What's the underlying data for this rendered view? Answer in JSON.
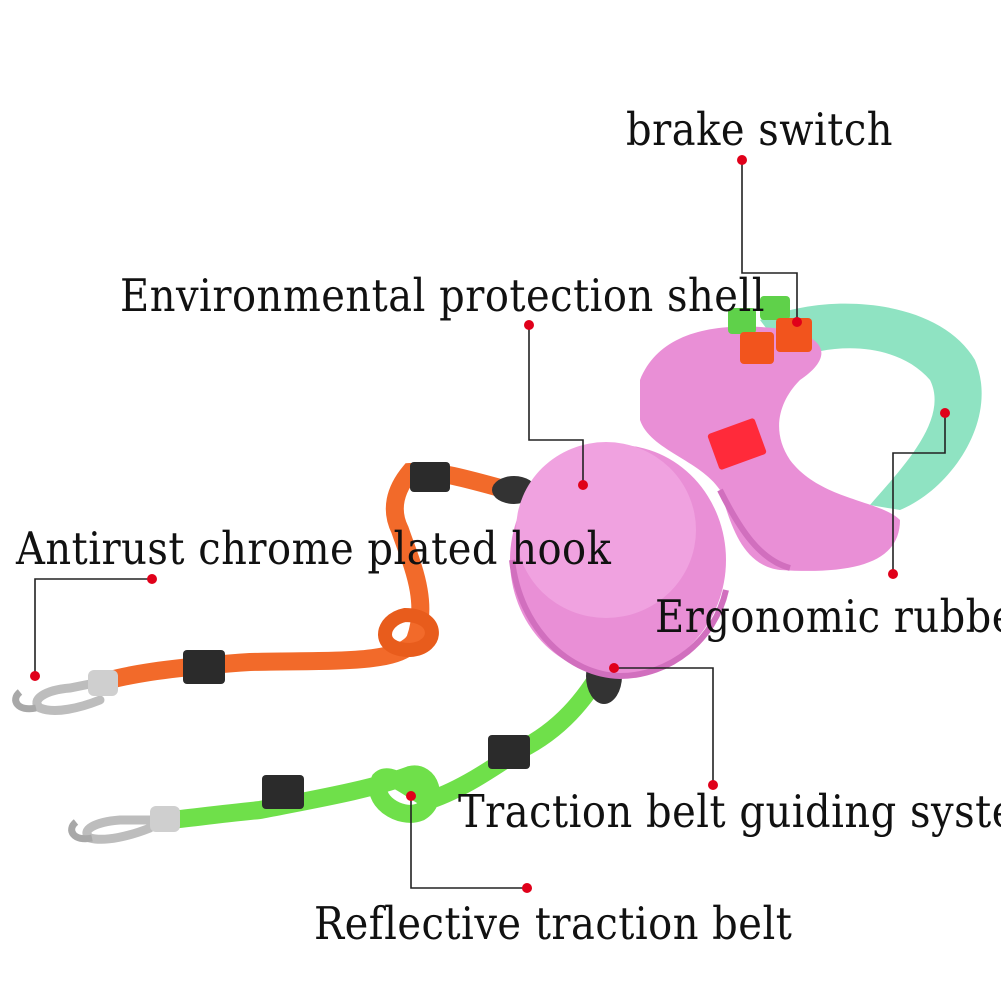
{
  "labels": {
    "brake_switch": "brake switch",
    "shell": "Environmental protection shell",
    "hook": "Antirust chrome plated hook",
    "rubber": "Ergonomic rubber",
    "guiding": "Traction belt guiding system",
    "belt": "Reflective traction belt"
  },
  "colors": {
    "background": "#ffffff",
    "shell_pink": "#e98fd6",
    "shell_pink_dark": "#d16fbe",
    "handle_mint": "#8fe3c2",
    "button_green": "#5fd14a",
    "button_orange": "#f2541d",
    "strap_orange": "#f26a2a",
    "strap_green": "#6fe04a",
    "leader_line": "#222222",
    "marker_dot": "#e0001a"
  }
}
